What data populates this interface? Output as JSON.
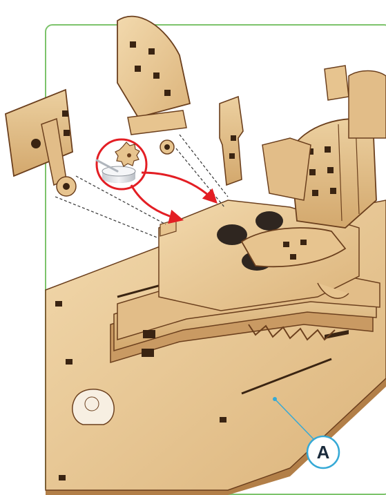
{
  "callout": {
    "label": "A"
  },
  "colors": {
    "panel_border": "#7cc36b",
    "wood_face": "#e7c48f",
    "wood_light": "#f0d5a8",
    "wood_shade": "#c99a63",
    "wood_edge": "#6b3f1d",
    "slot": "#3a2412",
    "arrow_red": "#e31e24",
    "callout_blue": "#35a9d6",
    "glue_tin": "#dfe2e6"
  },
  "icons": [
    "glue-pot-icon",
    "assembly-arrow",
    "callout-line"
  ]
}
